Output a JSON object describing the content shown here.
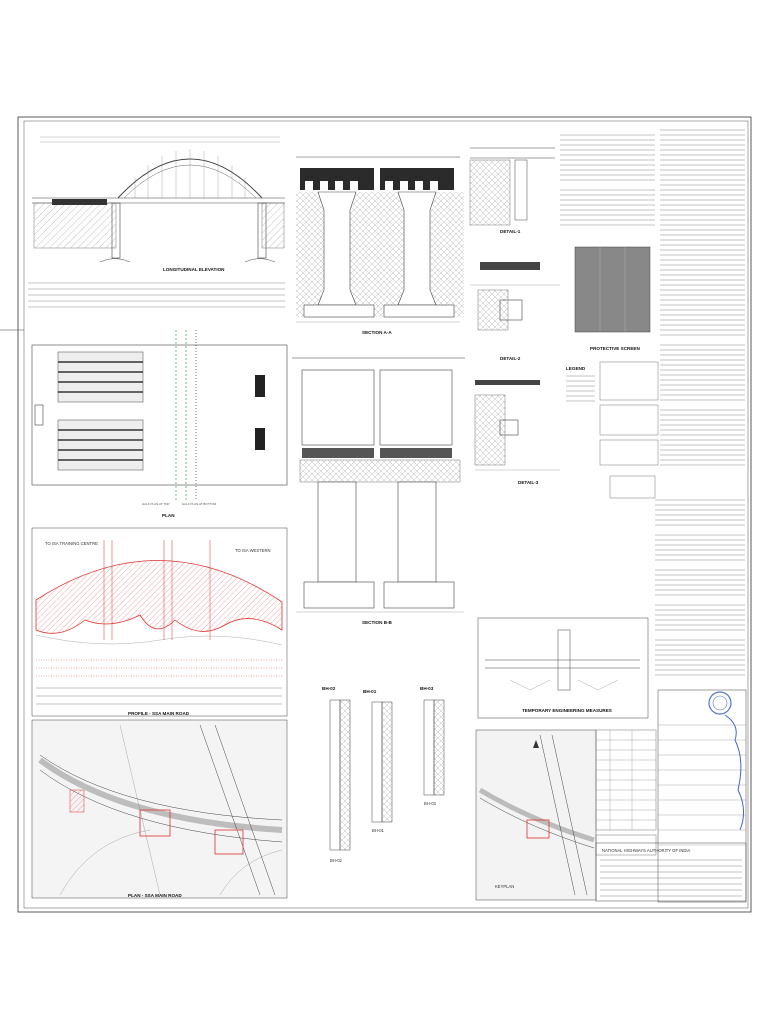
{
  "sheet": {
    "titles": {
      "longitudinal_elevation": "LONGITUDINAL ELEVATION",
      "section_aa": "SECTION A-A",
      "section_bb": "SECTION B-B",
      "detail_1": "DETAIL-1",
      "detail_2": "DETAIL-2",
      "detail_3": "DETAIL-3",
      "plan": "PLAN",
      "protective_screen": "PROTECTIVE SCREEN",
      "profile": "PROFILE - SSA MAIN ROAD",
      "plan_ssa": "PLAN - SSA MAIN ROAD",
      "temporary_engineering": "TEMPORARY ENGINEERING MEASURES",
      "keyplan": "KEYPLAN",
      "legend": "LEGEND",
      "bh01": "BH-01",
      "bh02": "BH-02",
      "bh03": "BH-03",
      "to_training_centre": "TO ISA TRAINING CENTRE",
      "to_western": "TO ISA WESTERN",
      "half_plan_top": "HALF PLAN AT TOP",
      "half_plan_bottom": "HALF PLAN AT BOTTOM",
      "authority": "NATIONAL HIGHWAYS AUTHORITY OF INDIA"
    }
  }
}
